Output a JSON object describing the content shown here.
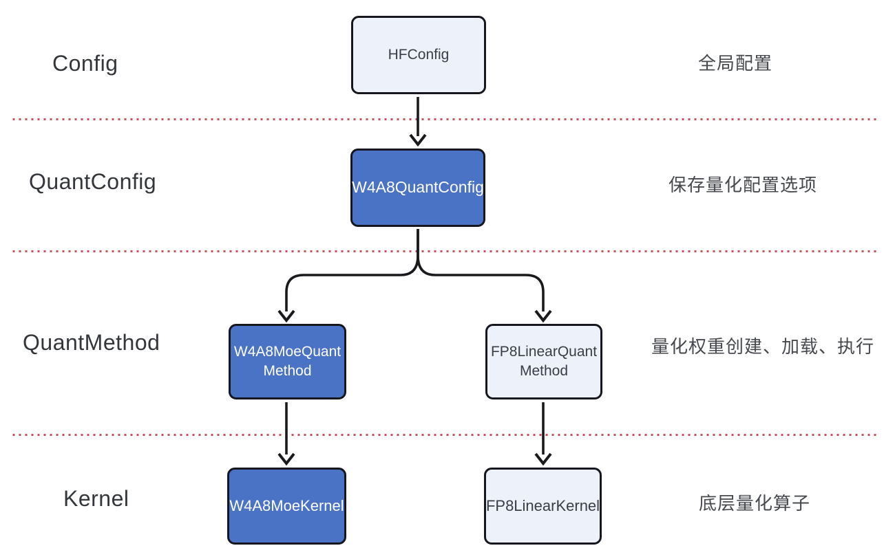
{
  "diagram": {
    "title_implicit": "Quantization class hierarchy",
    "rows": [
      {
        "label": "Config",
        "annotation": "全局配置"
      },
      {
        "label": "QuantConfig",
        "annotation": "保存量化配置选项"
      },
      {
        "label": "QuantMethod",
        "annotation": "量化权重创建、加载、执行"
      },
      {
        "label": "Kernel",
        "annotation": "底层量化算子"
      }
    ],
    "nodes": [
      {
        "id": "hfconfig",
        "label": "HFConfig",
        "variant": "light",
        "row": "Config"
      },
      {
        "id": "w4a8quantconfig",
        "label": "W4A8QuantConfig",
        "variant": "blue",
        "row": "QuantConfig"
      },
      {
        "id": "w4a8moequantmethod",
        "label": "W4A8MoeQuant Method",
        "variant": "blue",
        "row": "QuantMethod"
      },
      {
        "id": "fp8linearquantmethod",
        "label": "FP8LinearQuant Method",
        "variant": "light",
        "row": "QuantMethod"
      },
      {
        "id": "w4a8moekernel",
        "label": "W4A8MoeKernel",
        "variant": "blue",
        "row": "Kernel"
      },
      {
        "id": "fp8linearkernel",
        "label": "FP8LinearKernel",
        "variant": "light",
        "row": "Kernel"
      }
    ],
    "edges": [
      {
        "from": "HFConfig",
        "to": "W4A8QuantConfig"
      },
      {
        "from": "W4A8QuantConfig",
        "to": "W4A8MoeQuantMethod"
      },
      {
        "from": "W4A8QuantConfig",
        "to": "FP8LinearQuantMethod"
      },
      {
        "from": "W4A8MoeQuantMethod",
        "to": "W4A8MoeKernel"
      },
      {
        "from": "FP8LinearQuantMethod",
        "to": "FP8LinearKernel"
      }
    ],
    "colors": {
      "node_blue": "#4a73c6",
      "node_light": "#edf1f9",
      "node_border": "#16161f",
      "arrow": "#1a1a1e",
      "separator_dots": "#cb4f5e",
      "row_label_text": "#33363b",
      "annotation_text": "#46494e",
      "node_text_on_blue": "#ffffff",
      "node_text_on_light": "#3a3d44",
      "background": "#ffffff"
    }
  }
}
